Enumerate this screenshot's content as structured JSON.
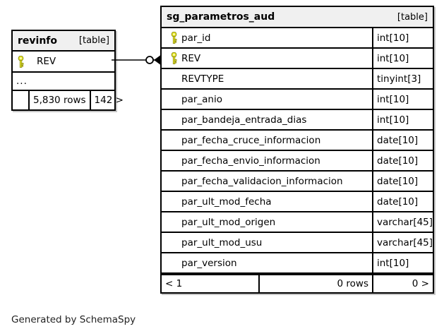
{
  "diagram": {
    "credit": "Generated by SchemaSpy",
    "kind_label": "[table]",
    "key_icon": "primary-key-icon",
    "colors": {
      "key": "#e8e82a",
      "key_outline": "#8a8a10",
      "header_bg": "#f0f0f0",
      "border": "#000000",
      "background": "#ffffff"
    }
  },
  "tables": {
    "revinfo": {
      "name": "revinfo",
      "kind": "[table]",
      "columns": [
        {
          "name": "REV",
          "key": true,
          "type": ""
        }
      ],
      "ellipsis": "...",
      "footer": {
        "prev": "",
        "rows": "5,830 rows",
        "next": "142 >"
      }
    },
    "sg_parametros_aud": {
      "name": "sg_parametros_aud",
      "kind": "[table]",
      "columns": [
        {
          "name": "par_id",
          "key": true,
          "type": "int[10]"
        },
        {
          "name": "REV",
          "key": true,
          "type": "int[10]"
        },
        {
          "name": "REVTYPE",
          "key": false,
          "type": "tinyint[3]"
        },
        {
          "name": "par_anio",
          "key": false,
          "type": "int[10]"
        },
        {
          "name": "par_bandeja_entrada_dias",
          "key": false,
          "type": "int[10]"
        },
        {
          "name": "par_fecha_cruce_informacion",
          "key": false,
          "type": "date[10]"
        },
        {
          "name": "par_fecha_envio_informacion",
          "key": false,
          "type": "date[10]"
        },
        {
          "name": "par_fecha_validacion_informacion",
          "key": false,
          "type": "date[10]"
        },
        {
          "name": "par_ult_mod_fecha",
          "key": false,
          "type": "date[10]"
        },
        {
          "name": "par_ult_mod_origen",
          "key": false,
          "type": "varchar[45]"
        },
        {
          "name": "par_ult_mod_usu",
          "key": false,
          "type": "varchar[45]"
        },
        {
          "name": "par_version",
          "key": false,
          "type": "int[10]"
        }
      ],
      "footer": {
        "prev": "< 1",
        "rows": "0 rows",
        "next": "0 >"
      }
    }
  },
  "relationships": [
    {
      "name": "revinfo-to-sg_parametros_aud",
      "from": "revinfo.REV",
      "to": "sg_parametros_aud.REV",
      "from_cardinality": "optional-one",
      "to_cardinality": "many"
    }
  ]
}
